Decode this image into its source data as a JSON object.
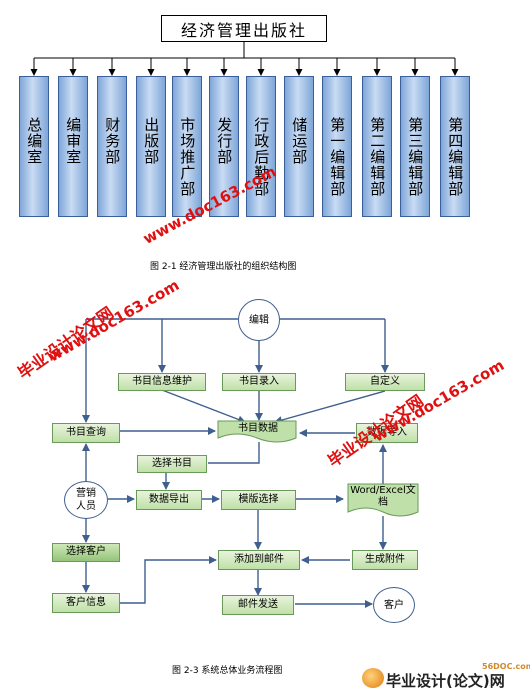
{
  "org_chart": {
    "top": "经济管理出版社",
    "departments": [
      "总编室",
      "编审室",
      "财务部",
      "出版部",
      "市场推广部",
      "发行部",
      "行政后勤部",
      "储运部",
      "第一编辑部",
      "第二编辑部",
      "第三编辑部",
      "第四编辑部"
    ],
    "caption": "图 2-1    经济管理出版社的组织结构图"
  },
  "flow": {
    "editor": "编辑",
    "marketer": "营销人员",
    "customer": "客户",
    "book_info": "书目信息维护",
    "book_entry": "书目录入",
    "custom": "自定义",
    "book_query": "书目查询",
    "book_data": "书目数据",
    "data_import": "数据导入",
    "select_book": "选择书目",
    "data_export": "数据导出",
    "template": "模版选择",
    "word_excel": "Word/Excel文档",
    "select_customer": "选择客户",
    "add_mail": "添加到邮件",
    "gen_attach": "生成附件",
    "customer_info": "客户信息",
    "send_mail": "邮件发送",
    "caption": "图 2-3    系统总体业务流程图"
  },
  "watermarks": {
    "site1": "www.doc163.com",
    "brand1": "毕业设计论文网",
    "site2": "www.doc163.com",
    "brand2": "毕业设计论文网",
    "site3": "www.doc163.com",
    "footer_small": "56DOC.com",
    "footer_brand": "毕业设计(论文)网"
  },
  "colors": {
    "dept_fill": "#9dbde6",
    "flow_fill": "#bfe0a8",
    "connector": "#3f5f8f",
    "watermark": "#e01010"
  }
}
